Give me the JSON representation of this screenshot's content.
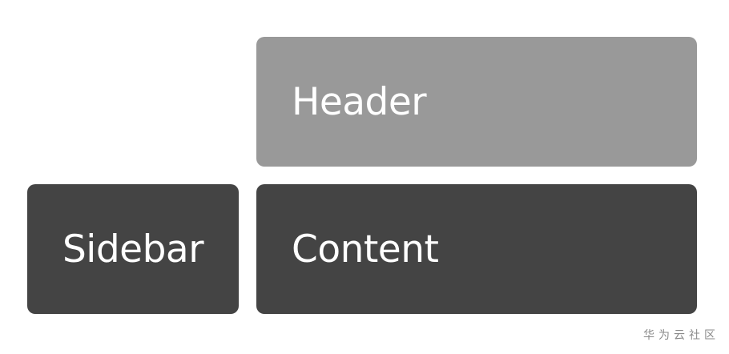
{
  "diagram": {
    "header": {
      "label": "Header",
      "color": "#999999"
    },
    "sidebar": {
      "label": "Sidebar",
      "color": "#444444"
    },
    "content": {
      "label": "Content",
      "color": "#444444"
    }
  },
  "watermark": {
    "text": "华为云社区"
  }
}
